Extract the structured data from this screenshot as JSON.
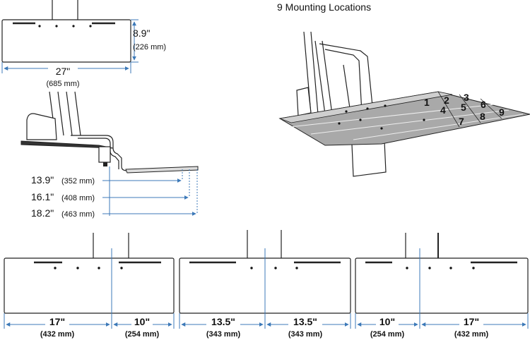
{
  "top_tray": {
    "depth": "8.9\"",
    "depth_mm": "(226 mm)",
    "width": "27\"",
    "width_mm": "(685 mm)"
  },
  "side_view": {
    "reach_1": "13.9\"",
    "reach_1_mm": "(352 mm)",
    "reach_2": "16.1\"",
    "reach_2_mm": "(408 mm)",
    "reach_3": "18.2\"",
    "reach_3_mm": "(463 mm)"
  },
  "mounting": {
    "title": "9 Mounting Locations",
    "positions": [
      "1",
      "2",
      "3",
      "4",
      "5",
      "6",
      "7",
      "8",
      "9"
    ]
  },
  "bottom_trays": [
    {
      "left": "17\"",
      "left_mm": "(432 mm)",
      "right": "10\"",
      "right_mm": "(254 mm)"
    },
    {
      "left": "13.5\"",
      "left_mm": "(343 mm)",
      "right": "13.5\"",
      "right_mm": "(343 mm)"
    },
    {
      "left": "10\"",
      "left_mm": "(254 mm)",
      "right": "17\"",
      "right_mm": "(432 mm)"
    }
  ],
  "colors": {
    "dimension": "#3c79b8",
    "tray_shade": "#a9a9a9",
    "stroke": "#222222"
  }
}
